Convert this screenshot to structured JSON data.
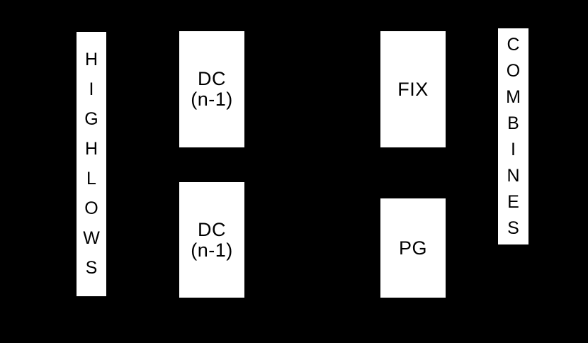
{
  "diagram": {
    "background_color": "#000000",
    "node_fill_color": "#ffffff",
    "node_text_color": "#000000",
    "nodes": [
      {
        "id": "highlows",
        "name": "highlows",
        "orientation": "vertical-stacked-letters",
        "label": "HIGHLOWS",
        "letters": [
          "H",
          "I",
          "G",
          "H",
          "L",
          "O",
          "W",
          "S"
        ]
      },
      {
        "id": "dc-top",
        "name": "dc-top",
        "orientation": "horizontal",
        "lines": [
          "DC",
          "(n-1)"
        ]
      },
      {
        "id": "dc-bottom",
        "name": "dc-bottom",
        "orientation": "horizontal",
        "lines": [
          "DC",
          "(n-1)"
        ]
      },
      {
        "id": "fix",
        "name": "fix",
        "orientation": "horizontal",
        "lines": [
          "FIX"
        ]
      },
      {
        "id": "pg",
        "name": "pg",
        "orientation": "horizontal",
        "lines": [
          "PG"
        ]
      },
      {
        "id": "combines",
        "name": "combines",
        "orientation": "vertical-stacked-letters",
        "label": "COMBINES",
        "letters": [
          "C",
          "O",
          "M",
          "B",
          "I",
          "N",
          "E",
          "S"
        ]
      }
    ]
  }
}
